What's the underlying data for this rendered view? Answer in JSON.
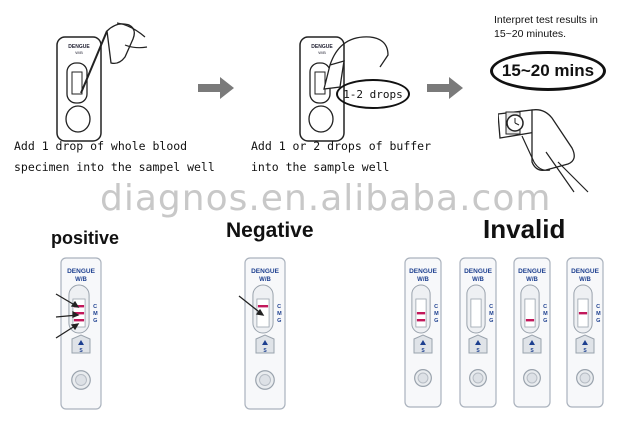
{
  "steps": [
    {
      "line1": "Add 1 drop of whole blood",
      "line2": "specimen into the sampel well"
    },
    {
      "line1": "Add 1 or 2 drops of buffer",
      "line2": "into the sample well"
    },
    {
      "line1": "Interpret test results in",
      "line2": "15~20 minutes."
    }
  ],
  "callouts": {
    "drops": "1-2 drops",
    "timer": "15~20 mins"
  },
  "watermark": "diagnos.en.alibaba.com",
  "results": {
    "positive": "positive",
    "negative": "Negative",
    "invalid": "Invalid"
  },
  "cassette": {
    "brand": "DENGUE",
    "type": "W/B",
    "marks": [
      "C",
      "M",
      "G"
    ],
    "sample_label": "S"
  },
  "colors": {
    "line": "#c2185b",
    "arrow": "#777777",
    "text": "#111111"
  }
}
